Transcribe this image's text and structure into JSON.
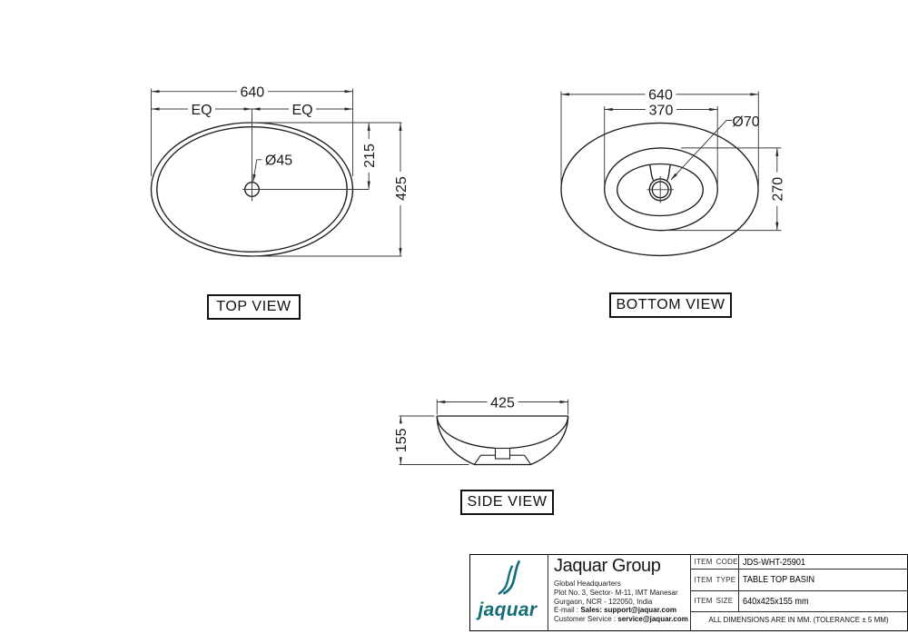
{
  "sheet": {
    "background": "#ffffff",
    "line_color": "#1d1d1d",
    "accent_color": "#146e77"
  },
  "views": {
    "top": {
      "label": "TOP VIEW",
      "dims": {
        "overall_width": "640",
        "eq_left": "EQ",
        "eq_right": "EQ",
        "drain_diameter": "Ø45",
        "drain_offset": "215",
        "overall_depth": "425"
      }
    },
    "bottom": {
      "label": "BOTTOM VIEW",
      "dims": {
        "overall_width": "640",
        "recess_width": "370",
        "drain_diameter": "Ø70",
        "recess_depth": "270"
      }
    },
    "side": {
      "label": "SIDE VIEW",
      "dims": {
        "overall_width": "425",
        "overall_height": "155"
      }
    }
  },
  "title_block": {
    "logo": {
      "wordmark": "jaquar",
      "color": "#146e77"
    },
    "company": {
      "name": "Jaquar Group",
      "address_line1": "Global Headquarters",
      "address_line2": "Plot No. 3, Sector- M-11, IMT Manesar",
      "address_line3": "Gurgaon, NCR - 122050, India",
      "email_label": "E-mail : ",
      "email_value": "Sales: support@jaquar.com",
      "service_label": "Customer Service : ",
      "service_value": "service@jaquar.com"
    },
    "items": [
      {
        "label": "ITEM CODE",
        "value": "JDS-WHT-25901"
      },
      {
        "label": "ITEM TYPE",
        "value": "TABLE TOP BASIN"
      },
      {
        "label": "ITEM SIZE",
        "value": "640x425x155 mm"
      }
    ],
    "note": "ALL DIMENSIONS ARE IN MM. (TOLERANCE ± 5 MM)"
  }
}
